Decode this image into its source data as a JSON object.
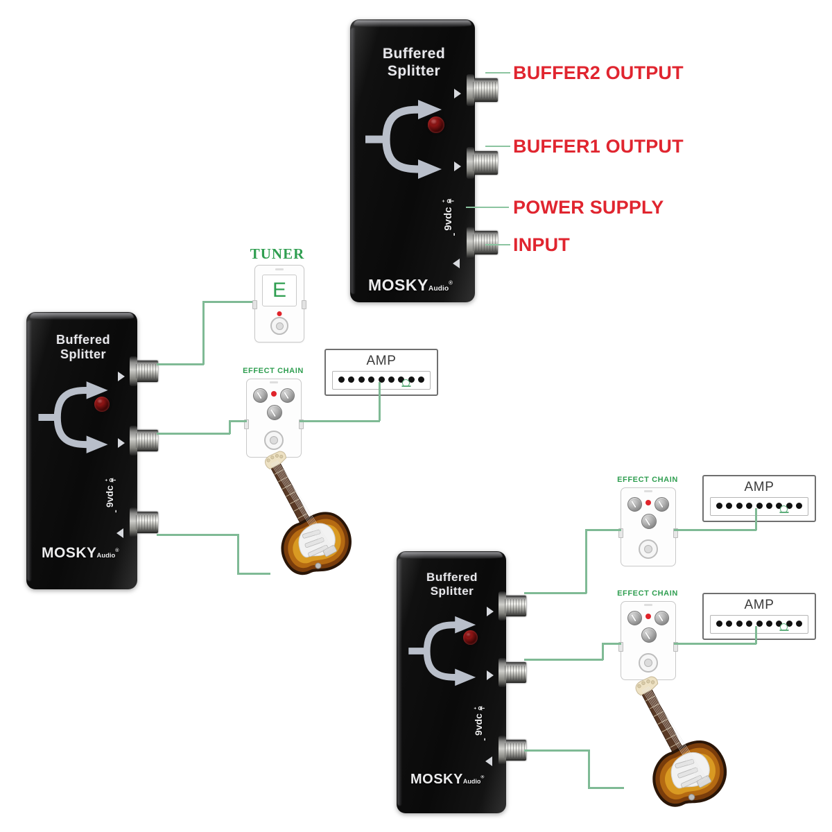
{
  "diagram": {
    "title": "MOSKY Audio Buffered Splitter connection diagram",
    "accent_green": "#7fba95",
    "label_red": "#e0252f",
    "label_green": "#2f9e50"
  },
  "device": {
    "name_line1": "Buffered",
    "name_line2": "Splitter",
    "brand": "MOSKY",
    "brand_sub": "Audio",
    "brand_reg": "®",
    "power_label": "9vdc",
    "power_plus": "+",
    "power_minus": "-"
  },
  "callouts": [
    {
      "id": "buffer2",
      "label": "BUFFER2 OUTPUT"
    },
    {
      "id": "buffer1",
      "label": "BUFFER1 OUTPUT"
    },
    {
      "id": "power",
      "label": "POWER SUPPLY"
    },
    {
      "id": "input",
      "label": "INPUT"
    }
  ],
  "setup_a": {
    "tuner_label": "TUNER",
    "tuner_note": "E",
    "effect_label": "EFFECT CHAIN",
    "amp_label": "AMP",
    "amp_dot_count": 9
  },
  "setup_b": {
    "effect_label_top": "EFFECT CHAIN",
    "effect_label_bottom": "EFFECT CHAIN",
    "amp_label_top": "AMP",
    "amp_label_bottom": "AMP",
    "amp_dot_count": 9
  }
}
